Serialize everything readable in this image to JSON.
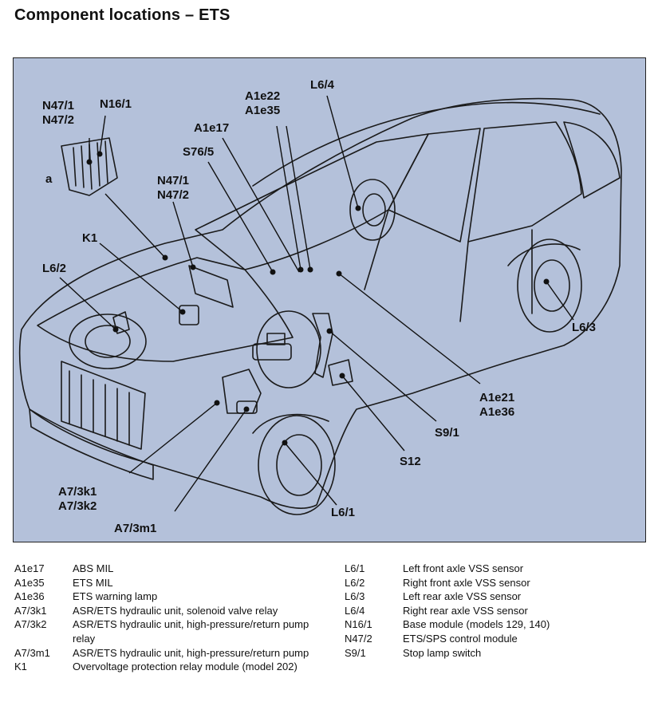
{
  "title": "Component locations – ETS",
  "callouts": {
    "n47_1_top": "N47/1",
    "n47_2_top": "N47/2",
    "n16_1": "N16/1",
    "a": "a",
    "a1e22": "A1e22",
    "a1e35": "A1e35",
    "l6_4": "L6/4",
    "a1e17": "A1e17",
    "s76_5": "S76/5",
    "n47_1_mid": "N47/1",
    "n47_2_mid": "N47/2",
    "k1": "K1",
    "l6_2": "L6/2",
    "l6_3": "L6/3",
    "a1e21": "A1e21",
    "a1e36": "A1e36",
    "s9_1": "S9/1",
    "s12": "S12",
    "a7_3k1": "A7/3k1",
    "a7_3k2": "A7/3k2",
    "a7_3m1": "A7/3m1",
    "l6_1": "L6/1"
  },
  "legend": {
    "left": [
      {
        "code": "A1e17",
        "desc": "ABS MIL"
      },
      {
        "code": "A1e35",
        "desc": "ETS MIL"
      },
      {
        "code": "A1e36",
        "desc": "ETS warning lamp"
      },
      {
        "code": "A7/3k1",
        "desc": "ASR/ETS hydraulic unit, solenoid valve relay"
      },
      {
        "code": "A7/3k2",
        "desc": "ASR/ETS hydraulic unit, high-pressure/return pump relay"
      },
      {
        "code": "A7/3m1",
        "desc": "ASR/ETS hydraulic unit, high-pressure/return pump"
      },
      {
        "code": "K1",
        "desc": "Overvoltage protection relay module (model 202)"
      }
    ],
    "right": [
      {
        "code": "L6/1",
        "desc": "Left front axle VSS sensor"
      },
      {
        "code": "L6/2",
        "desc": "Right front axle VSS sensor"
      },
      {
        "code": "L6/3",
        "desc": "Left rear axle VSS sensor"
      },
      {
        "code": "L6/4",
        "desc": "Right rear axle VSS sensor"
      },
      {
        "code": "N16/1",
        "desc": "Base module (models 129, 140)"
      },
      {
        "code": "N47/2",
        "desc": "ETS/SPS control module"
      },
      {
        "code": "S9/1",
        "desc": "Stop lamp switch"
      }
    ]
  }
}
